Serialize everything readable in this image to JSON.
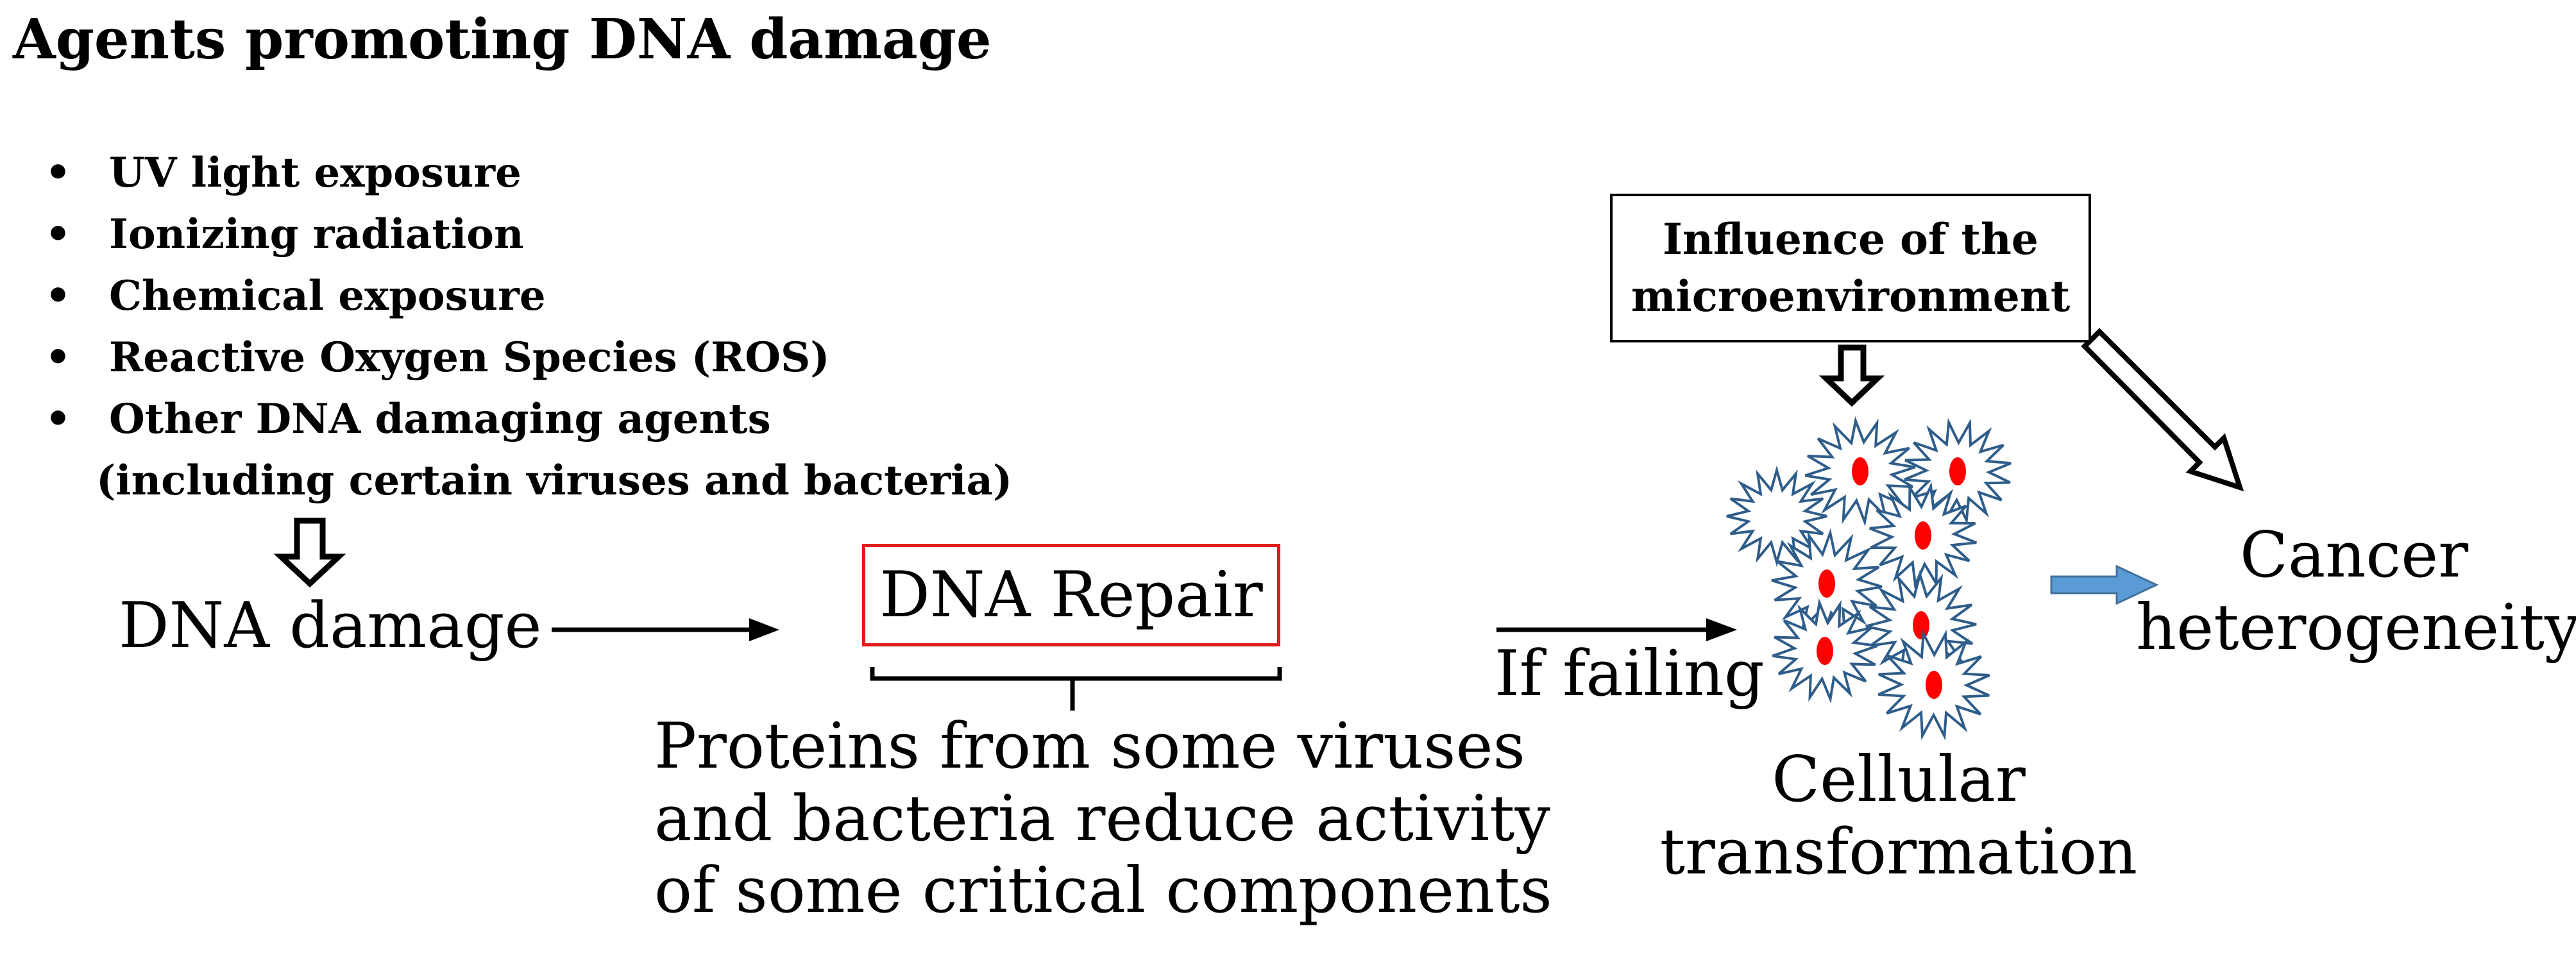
{
  "title": "Agents promoting DNA damage",
  "agents": [
    "UV light exposure",
    "Ionizing radiation",
    "Chemical exposure",
    "Reactive Oxygen Species (ROS)",
    "Other DNA damaging agents"
  ],
  "agents_subtext": "(including certain viruses and bacteria)",
  "bullet_glyph": "•",
  "dna_damage_label": "DNA damage",
  "dna_repair_label": "DNA Repair",
  "proteins_note": {
    "line1": "Proteins from some viruses",
    "line2": "and bacteria reduce activity",
    "line3": "of some critical components"
  },
  "if_failing_label": "If failing",
  "microenvironment": {
    "line1": "Influence of the",
    "line2": "microenvironment"
  },
  "cellular_transformation": {
    "line1": "Cellular",
    "line2": "transformation"
  },
  "cancer_heterogeneity": {
    "line1": "Cancer",
    "line2": "heterogeneity"
  },
  "colors": {
    "repair_box_border": "#e11b1b",
    "cell_outline": "#2f5d8a",
    "nucleus": "#ff0000",
    "blue_arrow": "#5b9bd5",
    "text": "#000000"
  },
  "icons": [
    "hollow-down-arrow-icon",
    "hollow-diagonal-arrow-icon",
    "black-right-arrow-icon",
    "blue-block-arrow-icon",
    "spiky-cell-icon"
  ]
}
